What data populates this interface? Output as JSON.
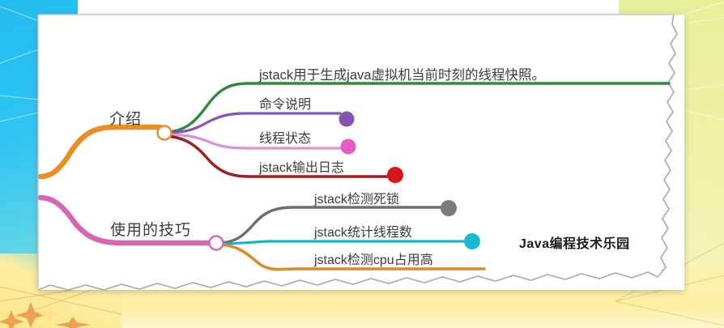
{
  "mindmap": {
    "root_branches": [
      {
        "id": "intro",
        "label": "介绍",
        "trunk_color": "#ec8d23",
        "node_ring_color": "#ec8d23",
        "children": [
          {
            "label": "jstack用于生成java虚拟机当前时刻的线程快照。",
            "color": "#2f8a3e",
            "dot": false
          },
          {
            "label": "命令说明",
            "color": "#8654b5",
            "dot": true,
            "dot_color": "#8654b5"
          },
          {
            "label": "线程状态",
            "color": "#e08fd0",
            "dot": true,
            "dot_color": "#e05fc0"
          },
          {
            "label": "jstack输出日志",
            "color": "#9e1b26",
            "dot": true,
            "dot_color": "#d8161c"
          }
        ]
      },
      {
        "id": "tips",
        "label": "使用的技巧",
        "trunk_color": "#d964b0",
        "node_ring_color": "#d964b0",
        "children": [
          {
            "label": "jstack检测死锁",
            "color": "#6f6f6f",
            "dot": true,
            "dot_color": "#7b7b7b"
          },
          {
            "label": "jstack统计线程数",
            "color": "#17b3c9",
            "dot": true,
            "dot_color": "#1cb9d2"
          },
          {
            "label": "jstack检测cpu占用高",
            "color": "#d98a2b",
            "dot": false
          }
        ]
      }
    ]
  },
  "watermark": {
    "text": "Java编程技术乐园"
  },
  "background": {
    "left_color": "#2ec2f0",
    "right_color": "#eef2a4",
    "bottom_color": "#fdf0a8",
    "paper_color": "#ffffff"
  }
}
